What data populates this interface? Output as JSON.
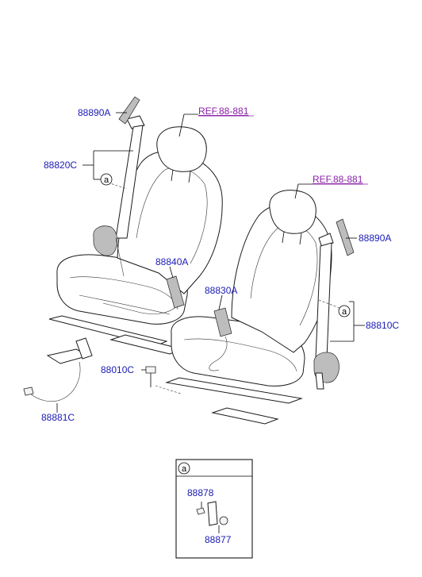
{
  "references": {
    "left_seat": "REF.88-881",
    "right_seat": "REF.88-881"
  },
  "parts": {
    "p88890A_left": "88890A",
    "p88820C": "88820C",
    "p88840A": "88840A",
    "p88830A": "88830A",
    "p88890A_right": "88890A",
    "p88810C": "88810C",
    "p88010C": "88010C",
    "p88881C": "88881C"
  },
  "callouts": {
    "left_a": "a",
    "right_a": "a",
    "inset_a": "a"
  },
  "inset": {
    "p88878": "88878",
    "p88877": "88877"
  },
  "colors": {
    "part_label": "#1a1ab4",
    "ref_label": "#8a1fa8",
    "line": "#000000"
  }
}
